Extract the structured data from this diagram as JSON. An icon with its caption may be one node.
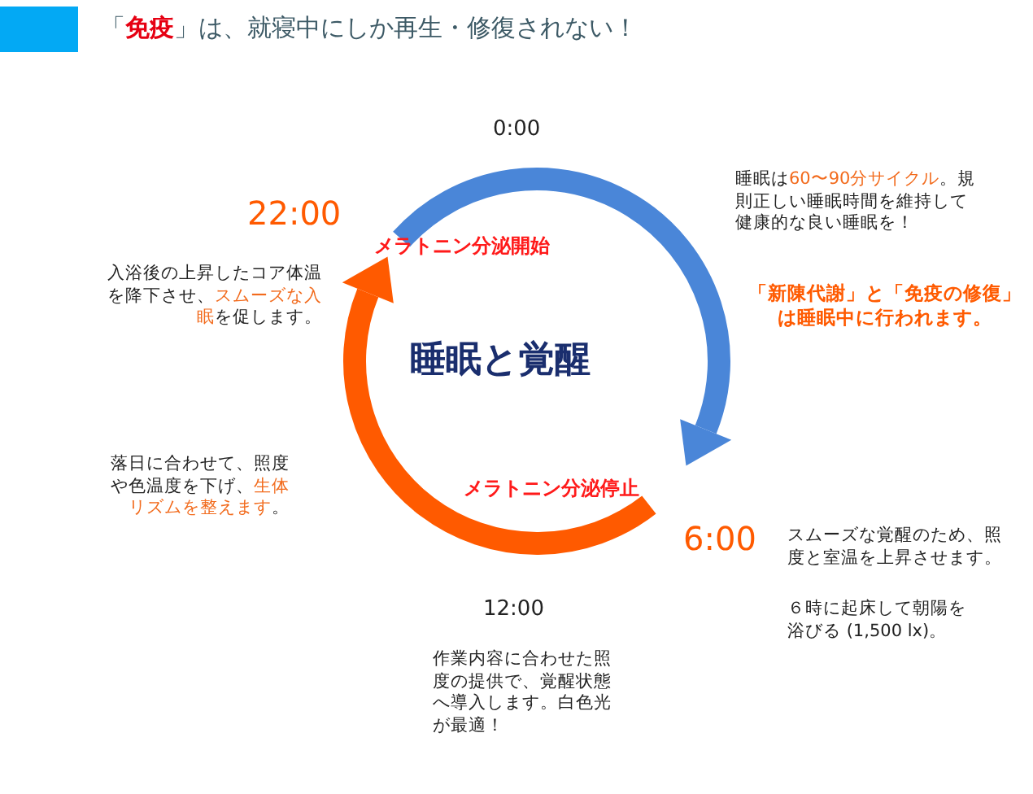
{
  "diagram": {
    "title": "「**免疫**」は、就寝中にしか再生・修復されない！",
    "labels": [
      "0:00",
      "22:00",
      "メラトニン分泌開始",
      "睡眠は**60〜90分サイクル**。規則正しい睡眠時間を維持して健康的な良い睡眠を！",
      "「新陳代謝」と「免疫の修復」は睡眠中に行われます。",
      "入浴後の上昇したコア体温を降下させ、**スムーズな入眠**を促します。",
      "睡眠と覚醒",
      "落日に合わせて、照度や色温度を下げ、**生体リズムを整えます**。",
      "メラトニン分泌停止",
      "6:00",
      "スムーズな覚醒のため、照度と室温を上昇させます。",
      "12:00",
      "６時に起床して朝陽を浴びる (1,500 lx)。",
      "作業内容に合わせた照度の提供で、覚醒状態へ導入します。白色光が最適！"
    ]
  }
}
